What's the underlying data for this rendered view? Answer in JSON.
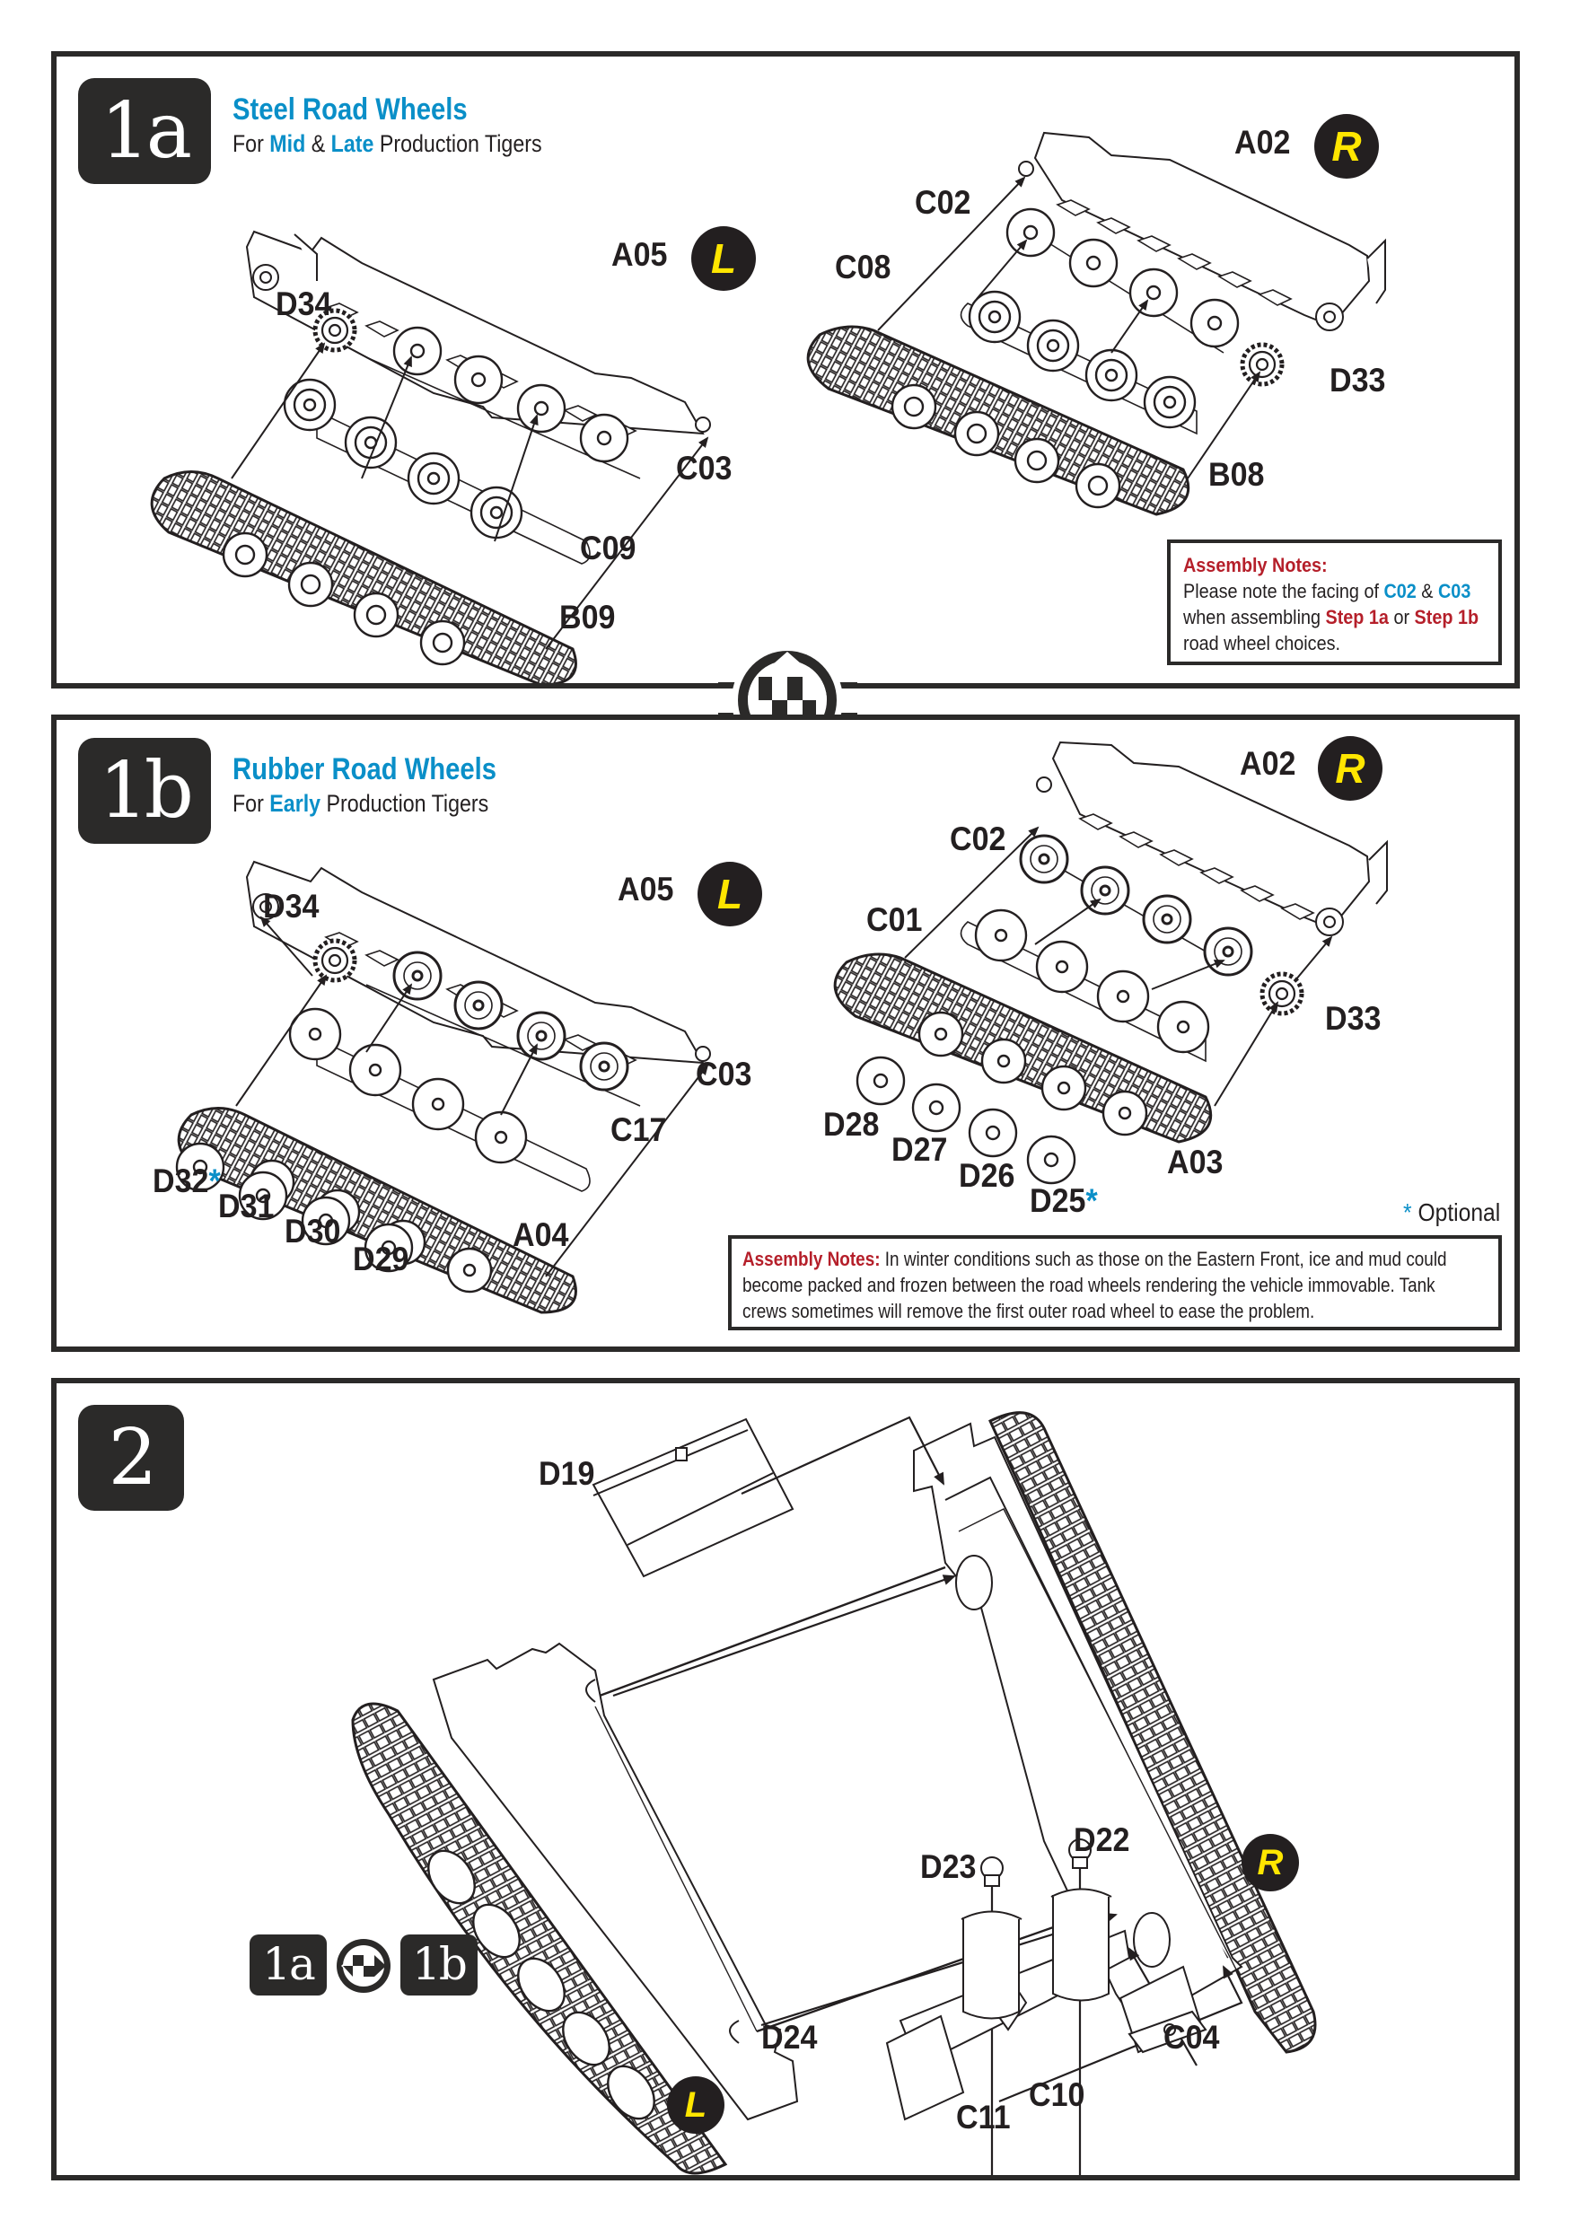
{
  "steps": {
    "s1a": {
      "number": "1a",
      "title": "Steel Road Wheels",
      "subtitle_prefix": "For ",
      "subtitle_highlight1": "Mid",
      "subtitle_mid": " & ",
      "subtitle_highlight2": "Late",
      "subtitle_suffix": " Production Tigers",
      "left_side_badge": "L",
      "right_side_badge": "R",
      "parts": {
        "a05": "A05",
        "d34": "D34",
        "c03": "C03",
        "c09": "C09",
        "b09": "B09",
        "a02": "A02",
        "c02": "C02",
        "c08": "C08",
        "d33": "D33",
        "b08": "B08"
      },
      "note": {
        "title": "Assembly Notes:",
        "line1_text": "Please note the facing of ",
        "part1": "C02",
        "amp": " & ",
        "part2": "C03",
        "line2_text": "when assembling ",
        "step1": "Step 1a",
        "or": " or ",
        "step2": "Step 1b",
        "line3_text": "road wheel choices."
      }
    },
    "s1b": {
      "number": "1b",
      "title": "Rubber Road Wheels",
      "subtitle_prefix": "For ",
      "subtitle_highlight": "Early",
      "subtitle_suffix": " Production Tigers",
      "left_side_badge": "L",
      "right_side_badge": "R",
      "parts": {
        "a05": "A05",
        "d34": "D34",
        "c03": "C03",
        "c17": "C17",
        "a04": "A04",
        "d32": "D32",
        "d31": "D31",
        "d30": "D30",
        "d29": "D29",
        "a02": "A02",
        "c02": "C02",
        "c01": "C01",
        "d33": "D33",
        "a03": "A03",
        "d28": "D28",
        "d27": "D27",
        "d26": "D26",
        "d25": "D25"
      },
      "optional_marker": "*",
      "optional_legend": "Optional",
      "note": {
        "title": "Assembly Notes:",
        "body1": " In winter conditions such as those on the Eastern Front, ice and mud could",
        "body2": "become packed and frozen between the road wheels rendering the vehicle immovable.  Tank",
        "body3": "crews sometimes will remove the first outer road wheel to ease the problem."
      }
    },
    "s2": {
      "number": "2",
      "right_side_badge": "R",
      "left_side_badge": "L",
      "alt_from": "1a",
      "alt_to": "1b",
      "parts": {
        "d19": "D19",
        "d23": "D23",
        "d22": "D22",
        "d24": "D24",
        "c04": "C04",
        "c11": "C11",
        "c10": "C10"
      }
    }
  },
  "icons": {
    "separator": "up-down-choice-icon",
    "alternative": "left-right-choice-icon"
  },
  "colors": {
    "accent_blue": "#0a8fc8",
    "note_red": "#b51f2a",
    "badge_yellow": "#ffe600",
    "frame_dark": "#2b2a29"
  }
}
